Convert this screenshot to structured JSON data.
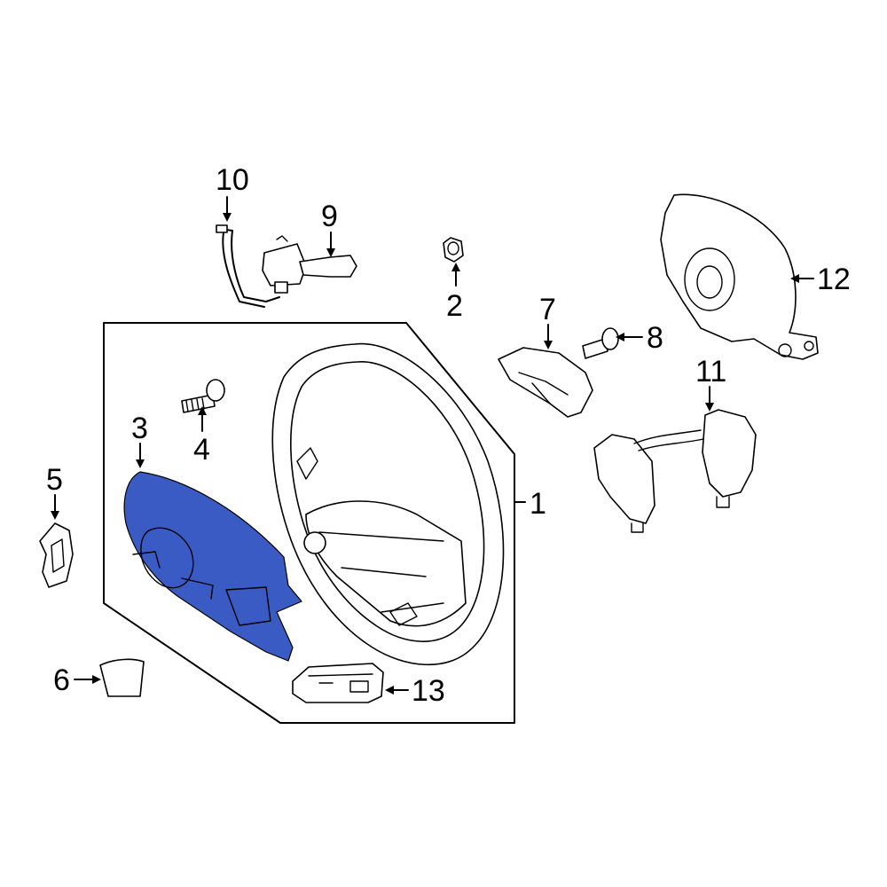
{
  "colors": {
    "highlight": "#3a5bc4",
    "line": "#000000",
    "background": "#ffffff"
  },
  "callouts": [
    {
      "id": "1",
      "label": "1"
    },
    {
      "id": "2",
      "label": "2"
    },
    {
      "id": "3",
      "label": "3"
    },
    {
      "id": "4",
      "label": "4"
    },
    {
      "id": "5",
      "label": "5"
    },
    {
      "id": "6",
      "label": "6"
    },
    {
      "id": "7",
      "label": "7"
    },
    {
      "id": "8",
      "label": "8"
    },
    {
      "id": "9",
      "label": "9"
    },
    {
      "id": "10",
      "label": "10"
    },
    {
      "id": "11",
      "label": "11"
    },
    {
      "id": "12",
      "label": "12"
    },
    {
      "id": "13",
      "label": "13"
    }
  ],
  "highlighted_part": "3"
}
